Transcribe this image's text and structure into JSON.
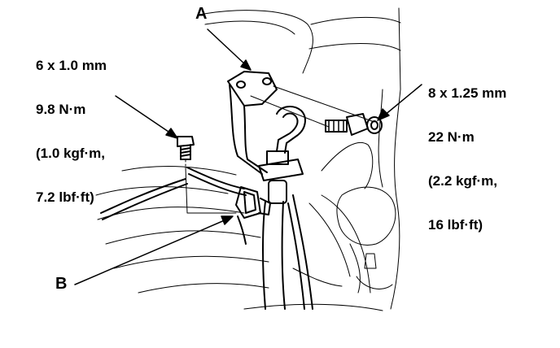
{
  "labels": {
    "a": "A",
    "b": "B"
  },
  "spec_left": {
    "size": "6 x 1.0 mm",
    "torque": "9.8 N·m",
    "metric": "(1.0 kgf·m,",
    "imperial": "7.2 lbf·ft)"
  },
  "spec_right": {
    "size": "8 x 1.25 mm",
    "torque": "22 N·m",
    "metric": "(2.2 kgf·m,",
    "imperial": "16 lbf·ft)"
  },
  "icons": [
    "bolt-icon",
    "bracket-icon",
    "brake-hose-icon",
    "knuckle-icon",
    "clip-icon"
  ],
  "colors": {
    "ink": "#000000",
    "paper": "#ffffff"
  }
}
